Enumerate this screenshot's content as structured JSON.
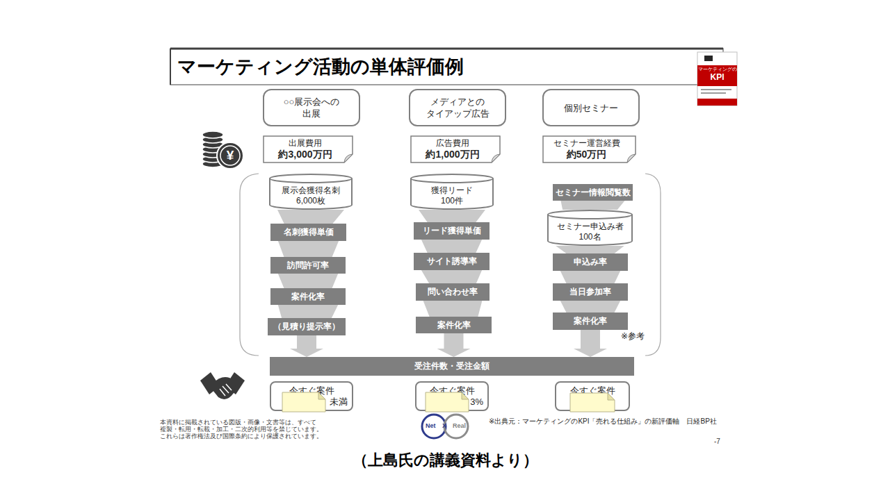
{
  "diagram": {
    "title": "マーケティング活動の単体評価例",
    "caption": "（上島氏の講義資料より）",
    "nodes": [
      {
        "text": [
          "○○展示会への 出展"
        ]
      },
      {
        "text": [
          "メディアとの タイアップ広告"
        ]
      },
      {
        "text": [
          "個別セミナー"
        ]
      },
      {
        "text": [
          "出展費用",
          "約3,000万円"
        ]
      },
      {
        "text": [
          "広告費用",
          "約1,000万円"
        ]
      },
      {
        "text": [
          "セミナー運営経費",
          "約50万円"
        ]
      },
      {
        "text": [
          "展示会獲得名刺",
          "6,000枚"
        ]
      },
      {
        "text": [
          "獲得リード",
          "100件"
        ]
      },
      {
        "text": [
          "セミナー情報閲覧数"
        ]
      },
      {
        "text": [
          "名刺獲得単価"
        ]
      },
      {
        "text": [
          "リード獲得単価"
        ]
      },
      {
        "text": [
          "セミナー申込み者",
          "100名"
        ]
      },
      {
        "text": [
          "訪問許可率"
        ]
      },
      {
        "text": [
          "サイト誘導率"
        ]
      },
      {
        "text": [
          "申込み率"
        ]
      },
      {
        "text": [
          "案件化率"
        ]
      },
      {
        "text": [
          "問い合わせ率"
        ]
      },
      {
        "text": [
          "当日参加率"
        ]
      },
      {
        "text": [
          "（見積り提示率）"
        ]
      },
      {
        "text": [
          "案件化率"
        ]
      },
      {
        "text": [
          "案件化率"
        ]
      },
      {
        "text": [
          "受注件数・受注金額"
        ]
      },
      {
        "text": [
          "今すぐ案件",
          "未満"
        ]
      },
      {
        "text": [
          "今すぐ案件",
          "3%"
        ]
      },
      {
        "text": [
          "今すぐ案件"
        ]
      }
    ],
    "edges": [
      {
        "from": 6,
        "to": 9,
        "arrow": "none"
      },
      {
        "from": 9,
        "to": 12,
        "arrow": "none"
      },
      {
        "from": 12,
        "to": 15,
        "arrow": "none"
      },
      {
        "from": 15,
        "to": 18,
        "arrow": "none"
      },
      {
        "from": 18,
        "to": 21,
        "arrow": "to"
      },
      {
        "from": 7,
        "to": 10,
        "arrow": "none"
      },
      {
        "from": 10,
        "to": 13,
        "arrow": "none"
      },
      {
        "from": 13,
        "to": 16,
        "arrow": "none"
      },
      {
        "from": 16,
        "to": 19,
        "arrow": "none"
      },
      {
        "from": 19,
        "to": 21,
        "arrow": "to"
      },
      {
        "from": 8,
        "to": 11,
        "arrow": "none"
      },
      {
        "from": 11,
        "to": 14,
        "arrow": "none"
      },
      {
        "from": 14,
        "to": 17,
        "arrow": "none"
      },
      {
        "from": 17,
        "to": 20,
        "arrow": "none"
      },
      {
        "from": 20,
        "to": 21,
        "arrow": "to"
      }
    ],
    "labels": [
      "¥",
      "マーケティングの",
      "KPI",
      "※参考",
      "本資料に掲載されている図版・画像・文書等は、すべて",
      "複製・転用・転載・加工・二次的利用等を禁じています。",
      "これらは著作権法及び国際条約により保護されています。",
      "Net",
      "X",
      "Real",
      "※出典元：マーケティングのKPI「売れる仕組み」の新評価軸　日経BP社",
      "-7"
    ]
  }
}
